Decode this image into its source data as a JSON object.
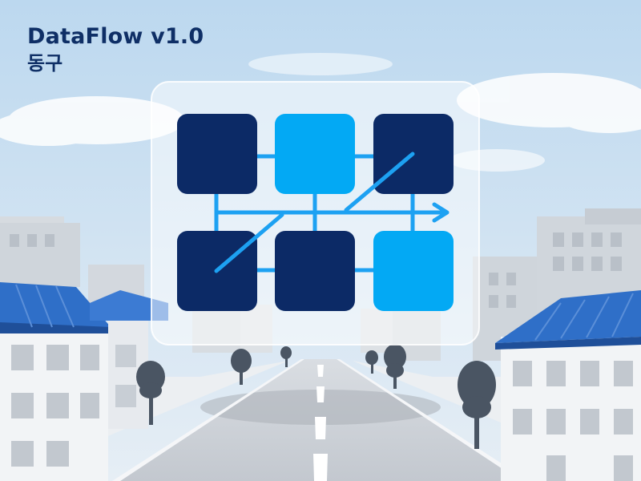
{
  "header": {
    "title": "DataFlow v1.0",
    "subtitle": "동구"
  },
  "logo": {
    "icon": "dataflow-grid-logo-icon",
    "tiles": [
      {
        "row": 0,
        "col": 0,
        "tone": "dark"
      },
      {
        "row": 0,
        "col": 1,
        "tone": "light"
      },
      {
        "row": 0,
        "col": 2,
        "tone": "dark"
      },
      {
        "row": 1,
        "col": 0,
        "tone": "dark"
      },
      {
        "row": 1,
        "col": 1,
        "tone": "dark"
      },
      {
        "row": 1,
        "col": 2,
        "tone": "light"
      }
    ]
  },
  "colors": {
    "title_text": "#0f2f66",
    "tile_dark": "#0c2a66",
    "tile_light": "#03a9f4",
    "connector": "#1da1f2",
    "roof_blue": "#2f6fc8",
    "sky_top": "#bcd8ef",
    "sky_bottom": "#e6eef5"
  }
}
